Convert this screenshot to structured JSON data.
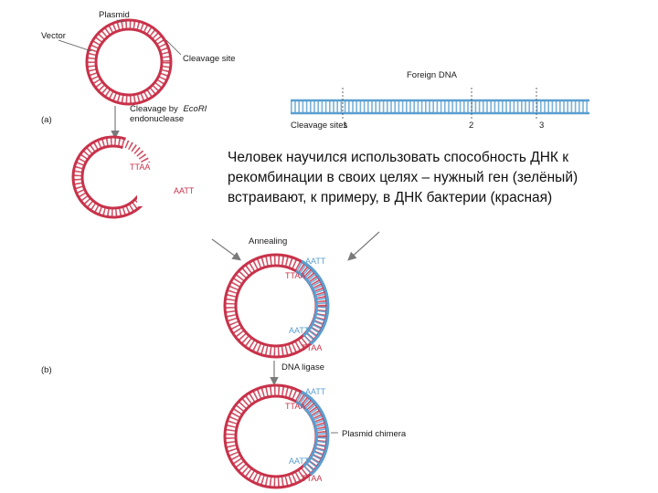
{
  "labels": {
    "vector": "Vector",
    "plasmid": "Plasmid",
    "cleavage_site": "Cleavage site",
    "foreign_dna": "Foreign DNA",
    "cleavage_by": "Cleavage by",
    "enzyme": "EcoRI",
    "endonuclease": "endonuclease",
    "panel_a": "(a)",
    "cleavage_sites": "Cleavage sites",
    "site_1": "1",
    "site_2": "2",
    "site_3": "3",
    "annealing": "Annealing",
    "panel_b": "(b)",
    "dna_ligase": "DNA ligase",
    "plasmid_chimera": "Plasmid chimera"
  },
  "sequences": {
    "tta": "TTAA",
    "aatt": "AATT"
  },
  "caption": "Человек научился использовать способность ДНК к рекомбинации в своих целях – нужный ген  (зелёный) встраивают, к примеру, в ДНК бактерии (красная)",
  "colors": {
    "plasmid_dna": "#c8324a",
    "foreign_dna": "#5a9fd0",
    "arrow": "#7a7a7a",
    "text": "#1a1a1a"
  }
}
